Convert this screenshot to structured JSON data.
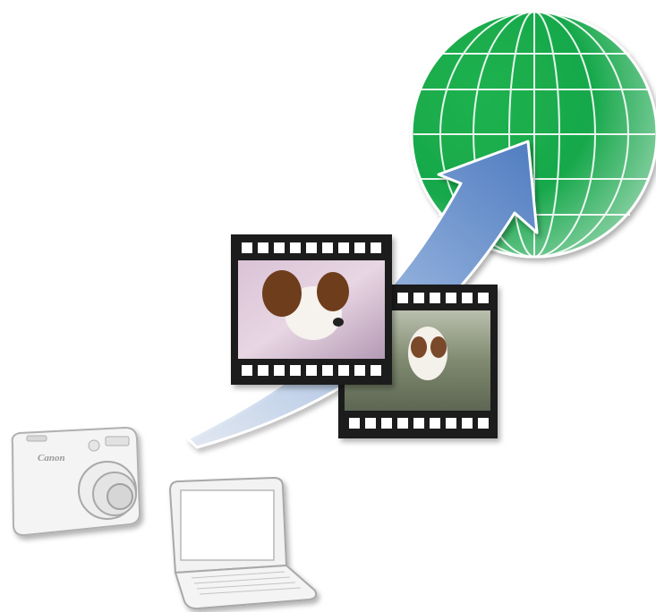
{
  "camera": {
    "brand_label": "Canon",
    "icon": "camera-icon"
  },
  "laptop": {
    "icon": "laptop-icon"
  },
  "globe": {
    "icon": "globe-icon",
    "color": "#1aa84a"
  },
  "arrow": {
    "icon": "upload-arrow-icon",
    "color": "#5b86c4"
  },
  "film": {
    "strips": [
      {
        "name": "film-strip-front",
        "frames": 1
      },
      {
        "name": "film-strip-back",
        "frames": 1
      }
    ]
  }
}
